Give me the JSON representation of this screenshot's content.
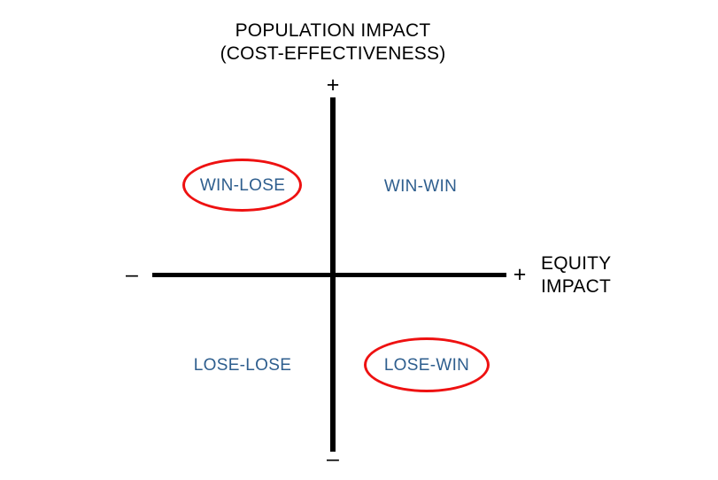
{
  "diagram": {
    "type": "two-by-two-matrix",
    "background_color": "#ffffff",
    "axis_color": "#000000",
    "label_color": "#2e5e8e",
    "highlight_color": "#ee1111",
    "vertical_axis": {
      "title_line1": "POPULATION IMPACT",
      "title_line2": "(COST-EFFECTIVENESS)",
      "positive_sign": "+",
      "negative_sign": "–"
    },
    "horizontal_axis": {
      "title_line1": "EQUITY",
      "title_line2": "IMPACT",
      "positive_sign": "+",
      "negative_sign": "–"
    },
    "quadrants": [
      {
        "id": "win-lose",
        "label": "WIN-LOSE",
        "position": "top-left",
        "population_impact": "+",
        "equity_impact": "–",
        "highlighted": true
      },
      {
        "id": "win-win",
        "label": "WIN-WIN",
        "position": "top-right",
        "population_impact": "+",
        "equity_impact": "+",
        "highlighted": false
      },
      {
        "id": "lose-lose",
        "label": "LOSE-LOSE",
        "position": "bottom-left",
        "population_impact": "–",
        "equity_impact": "–",
        "highlighted": false
      },
      {
        "id": "lose-win",
        "label": "LOSE-WIN",
        "position": "bottom-right",
        "population_impact": "–",
        "equity_impact": "+",
        "highlighted": true
      }
    ]
  }
}
